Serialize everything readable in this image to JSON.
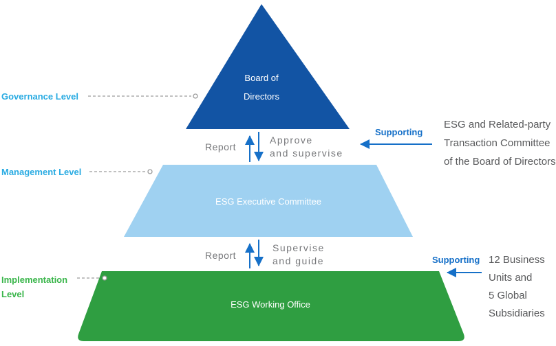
{
  "colors": {
    "tier1": "#1254a4",
    "tier2": "#9fd1f1",
    "tier3": "#2f9e41",
    "arrow_blue": "#1670c8",
    "level_blue": "#29abe2",
    "level_green": "#39b54a",
    "flow_gray": "#77787b",
    "side_text_gray": "#58595b",
    "leader_gray": "#9b9b9b"
  },
  "pyramid": {
    "tier1": {
      "line1": "Board of",
      "line2": "Directors"
    },
    "tier2": {
      "label": "ESG Executive Committee"
    },
    "tier3": {
      "label": "ESG Working Office"
    }
  },
  "levels": {
    "governance": "Governance Level",
    "management": "Management Level",
    "implementation": "Implementation Level"
  },
  "flows": {
    "upper": {
      "up": "Report",
      "down_line1": "Approve",
      "down_line2": "and supervise"
    },
    "lower": {
      "up": "Report",
      "down_line1": "Supervise",
      "down_line2": "and guide"
    }
  },
  "supporting_upper": {
    "label": "Supporting",
    "lines": [
      "ESG and Related-party",
      "Transaction Committee",
      "of the Board of Directors"
    ]
  },
  "supporting_lower": {
    "label": "Supporting",
    "lines": [
      "12 Business",
      "Units and",
      "5 Global",
      "Subsidiaries"
    ]
  }
}
